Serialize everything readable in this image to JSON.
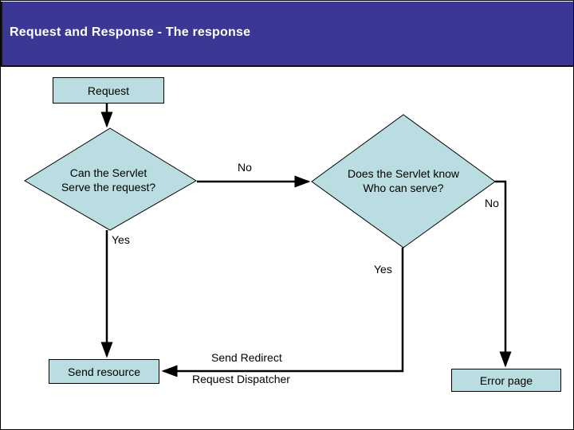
{
  "slide": {
    "title": "Request and Response - The response",
    "title_band_color": "#3a3795",
    "title_text_color": "#ffffff",
    "canvas_background": "#ffffff"
  },
  "diagram": {
    "type": "flowchart",
    "shape_fill_color": "#b9dde0",
    "shape_border_color": "#000000",
    "connector_color": "#000000",
    "nodes": [
      {
        "id": "request",
        "shape": "process",
        "label": "Request"
      },
      {
        "id": "decision_1",
        "shape": "decision",
        "label_line_1": "Can the Servlet",
        "label_line_2": "Serve the request?"
      },
      {
        "id": "decision_2",
        "shape": "decision",
        "label_line_1": "Does the Servlet know",
        "label_line_2": "Who can serve?"
      },
      {
        "id": "send_resource",
        "shape": "process",
        "label": "Send resource"
      },
      {
        "id": "error_page",
        "shape": "process",
        "label": "Error page"
      }
    ],
    "edge_labels": {
      "decision_1_no": "No",
      "decision_1_yes": "Yes",
      "decision_2_no": "No",
      "decision_2_yes": "Yes",
      "redirect_line_1": "Send Redirect",
      "redirect_line_2": "Request Dispatcher"
    }
  }
}
